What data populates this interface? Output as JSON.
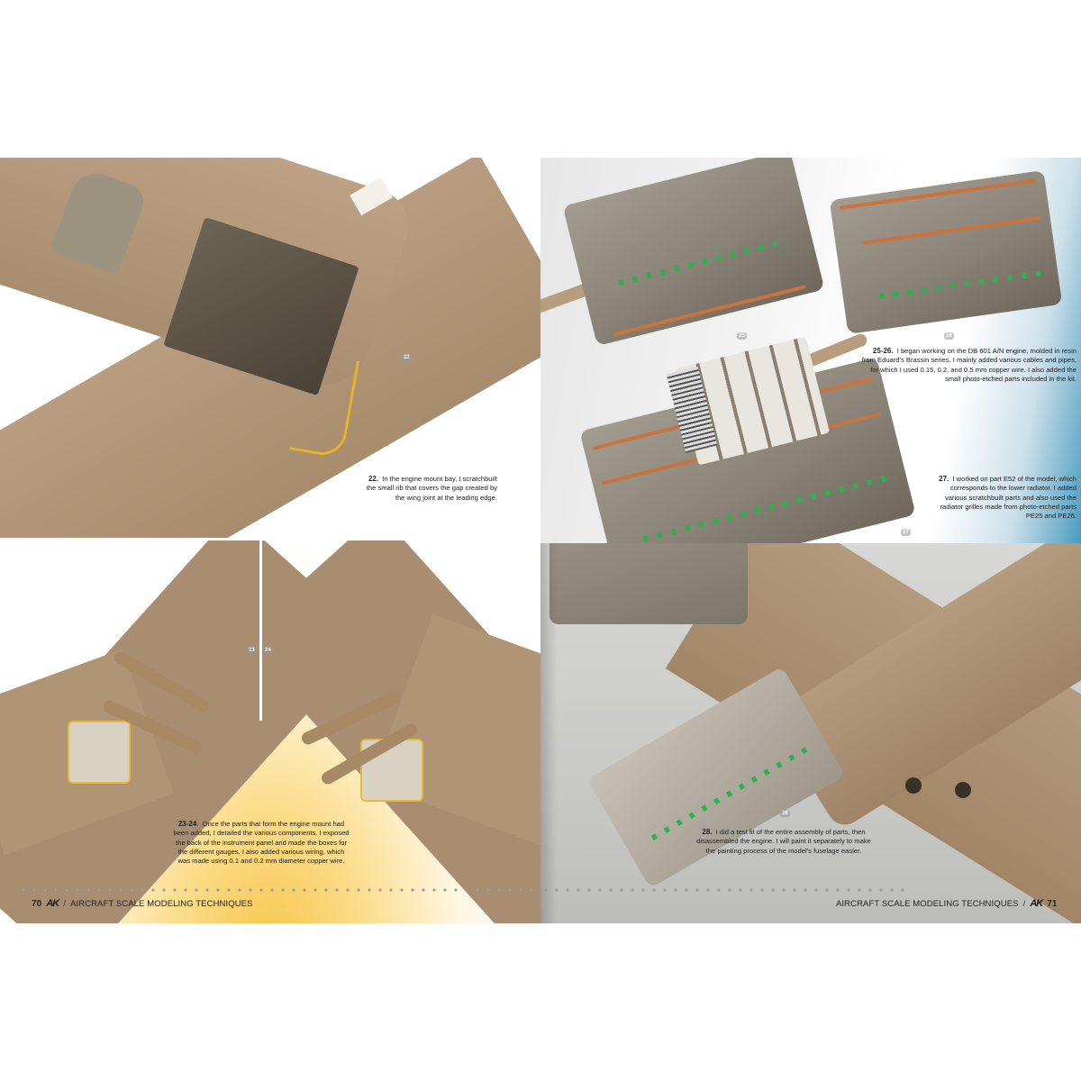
{
  "spread": {
    "left_page": {
      "page_number": "70",
      "publisher_logo": "AK",
      "running_title": "AIRCRAFT SCALE MODELING TECHNIQUES",
      "photos": [
        {
          "id": "22",
          "label": "22"
        },
        {
          "id": "23",
          "label": "23"
        },
        {
          "id": "24",
          "label": "24"
        }
      ],
      "captions": [
        {
          "ref": "22.",
          "text": "In the engine mount bay, I scratchbuilt the small rib that covers the gap created by the wing joint at the leading edge."
        },
        {
          "ref": "23-24.",
          "text": "Once the parts that form the engine mount had been added, I detailed the various components. I exposed the back of the instrument panel and made the boxes for the different gauges. I also added various wiring, which was made using 0.1 and 0.2 mm diameter copper wire."
        }
      ]
    },
    "right_page": {
      "page_number": "71",
      "publisher_logo": "AK",
      "running_title": "AIRCRAFT SCALE MODELING TECHNIQUES",
      "photos": [
        {
          "id": "25",
          "label": "25"
        },
        {
          "id": "26",
          "label": "26"
        },
        {
          "id": "27",
          "label": "27"
        },
        {
          "id": "28",
          "label": "28"
        }
      ],
      "captions": [
        {
          "ref": "25-26.",
          "text": "I began working on the DB 601 A/N engine, molded in resin from Eduard's Brassin series. I mainly added various cables and pipes, for which I used 0.15, 0.2, and 0.5 mm copper wire. I also added the small photo-etched parts included in the kit."
        },
        {
          "ref": "27.",
          "text": "I worked on part E52 of the model, which corresponds to the lower radiator. I added various scratchbuilt parts and also used the radiator grilles made from photo-etched parts PE25 and PE26."
        },
        {
          "ref": "28.",
          "text": "I did a test fit of the entire assembly of parts, then disassembled the engine. I will paint it separately to make the painting process of the model's fuselage easier."
        }
      ]
    }
  },
  "colors": {
    "model_tan": "#a98d70",
    "engine_grey": "#8a8378",
    "copper_wire": "#c8743c",
    "wire_green": "#2bb24c",
    "accent_yellow": "#f7c54a",
    "accent_blue": "#4a9cc0"
  }
}
